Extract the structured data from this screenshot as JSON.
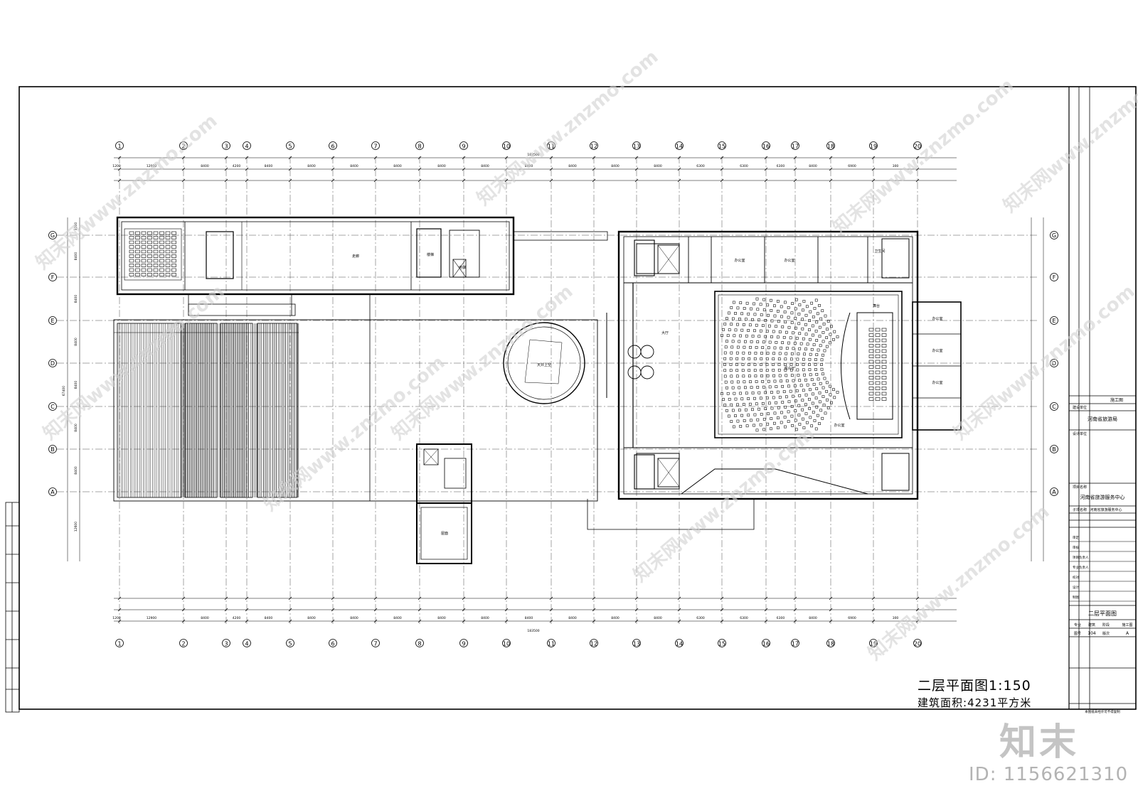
{
  "drawing": {
    "title": "二层平面图",
    "scale": "1:150",
    "area_label": "建筑面积:",
    "area_value": "4231",
    "area_unit": "平方米"
  },
  "watermark": {
    "brand": "知末",
    "id_text": "ID: 1156621310",
    "repeat_text": "知末网www.znzmo.com"
  },
  "grid": {
    "top_axes": [
      "1",
      "2",
      "3",
      "4",
      "5",
      "6",
      "7",
      "8",
      "9",
      "10",
      "11",
      "12",
      "13",
      "14",
      "15",
      "16",
      "17",
      "18",
      "19",
      "20"
    ],
    "left_axes": [
      "G",
      "F",
      "E",
      "D",
      "C",
      "B",
      "A"
    ],
    "dims_top": [
      "1200",
      "12900",
      "8400",
      "4200",
      "8400",
      "8400",
      "8400",
      "8400",
      "8400",
      "8400",
      "8400",
      "8400",
      "8400",
      "8400",
      "6300",
      "6300",
      "6300",
      "8400",
      "6900",
      "300"
    ],
    "dims_total": "183500",
    "dims_left": [
      "3300",
      "8400",
      "8400",
      "8400",
      "8400",
      "8400",
      "8400",
      "12600"
    ],
    "dims_left_total": "67400"
  },
  "title_block": {
    "status": "施工图",
    "client_label": "建设单位",
    "client": "河南省旅游局",
    "design_label": "设计单位",
    "project_label": "项目名称",
    "project": "河南省旅游服务中心",
    "subproject_label": "子项名称",
    "subproject": "河南省旅游服务中心",
    "drawing_name": "二层平面图",
    "discipline_label": "专业",
    "discipline": "建筑",
    "stage_label": "阶段",
    "stage": "施工图",
    "sheet_no_label": "图号",
    "sheet_no": "104",
    "version_label": "版次",
    "version": "A",
    "sign_rows": [
      "审定",
      "审核",
      "项目负责人",
      "专业负责人",
      "校对",
      "设计",
      "制图"
    ],
    "footer": "本图纸未经许可不得复制"
  },
  "room_labels": {
    "auditorium": "观众厅",
    "stage": "舞台",
    "lobby": "大厅",
    "circle": "天井上空",
    "corridor": "走廊",
    "office": "办公室",
    "stair": "楼梯",
    "wc": "卫生间",
    "elev": "电梯",
    "roof": "屋面"
  },
  "accent_colors": {
    "line": "#000000",
    "watermark": "#c8c8c8"
  }
}
